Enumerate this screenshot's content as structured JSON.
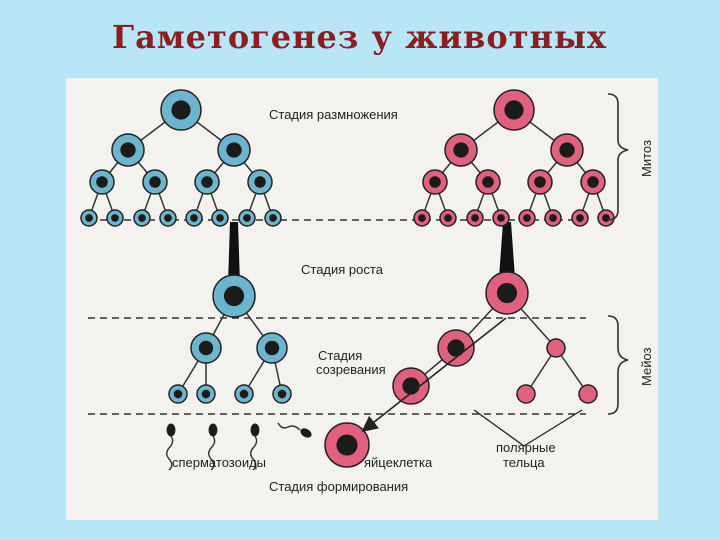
{
  "slide": {
    "title": "Гаметогенез у животных"
  },
  "diagram": {
    "stages": {
      "reproduction": "Стадия размножения",
      "growth": "Стадия роста",
      "maturation_line1": "Стадия",
      "maturation_line2": "созревания",
      "formation": "Стадия формирования"
    },
    "division_labels": {
      "mitosis": "Митоз",
      "meiosis": "Мейоз"
    },
    "cell_labels": {
      "sperm": "сперматозоиды",
      "egg": "яйцеклетка",
      "polar_line1": "полярные",
      "polar_line2": "тельца"
    },
    "colors": {
      "male": "#6cb5cf",
      "female": "#e0607e",
      "nucleus": "#1b1b1b",
      "background": "#b9e6f7"
    }
  }
}
